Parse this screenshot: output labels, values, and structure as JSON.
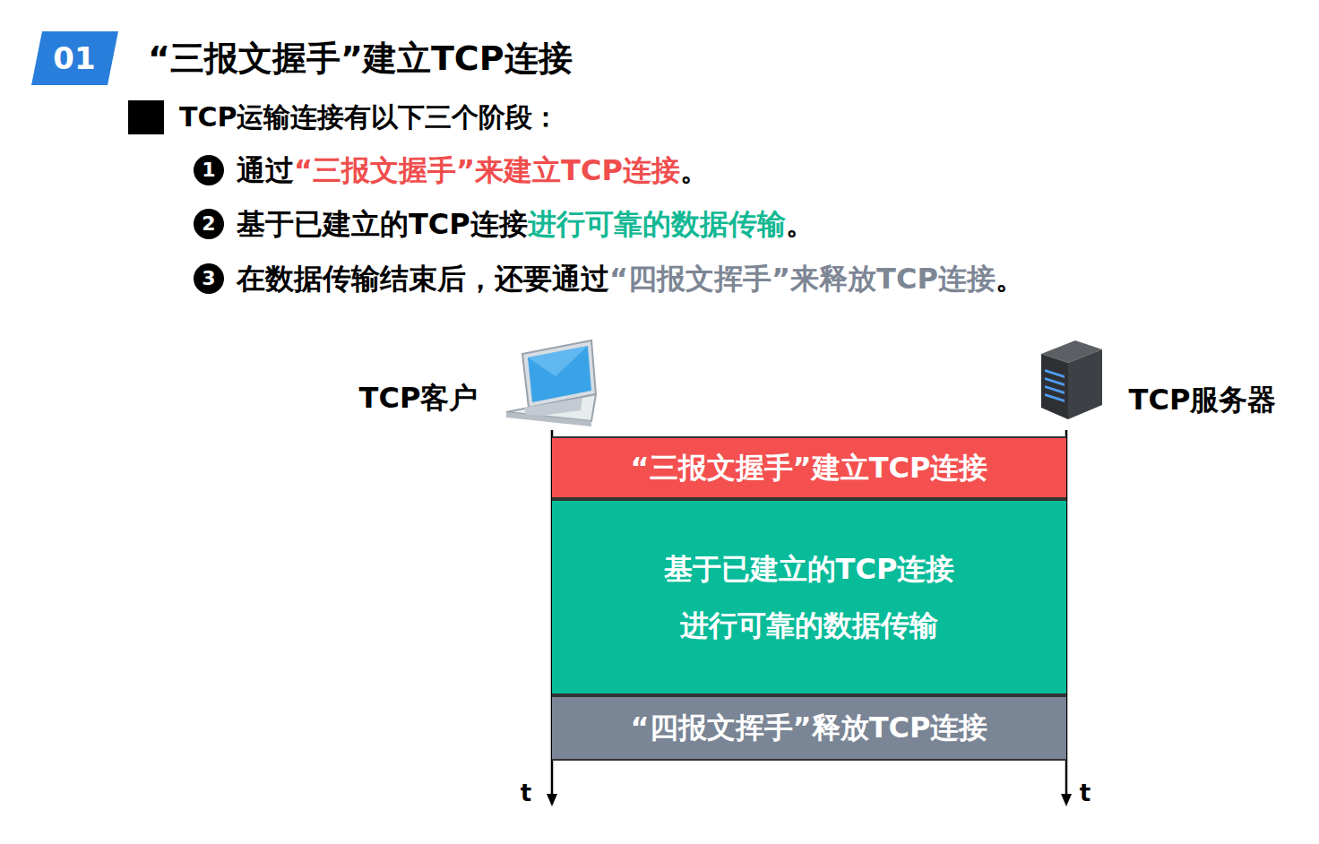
{
  "diagram": {
    "title": "“三报文握手”建立TCP连接",
    "nodes": [
      {
        "text": [
          "“三报文握手”建立TCP连接"
        ]
      },
      {
        "text": [
          "基于已建立的TCP连接 进行可靠的数据传输"
        ]
      },
      {
        "text": [
          "“四报文挥手”释放TCP连接"
        ]
      }
    ],
    "labels": [
      "01",
      "TCP运输连接有以下三个阶段：",
      "1",
      "通过",
      "“三报文握手”来建立TCP连接",
      "。",
      "2",
      "基于已建立的TCP连接",
      "进行可靠的数据传输",
      "。",
      "3",
      "在数据传输结束后，还要通过",
      "“四报文挥手”来释放TCP连接",
      "。",
      "TCP客户",
      "TCP服务器",
      "t",
      "t"
    ]
  }
}
